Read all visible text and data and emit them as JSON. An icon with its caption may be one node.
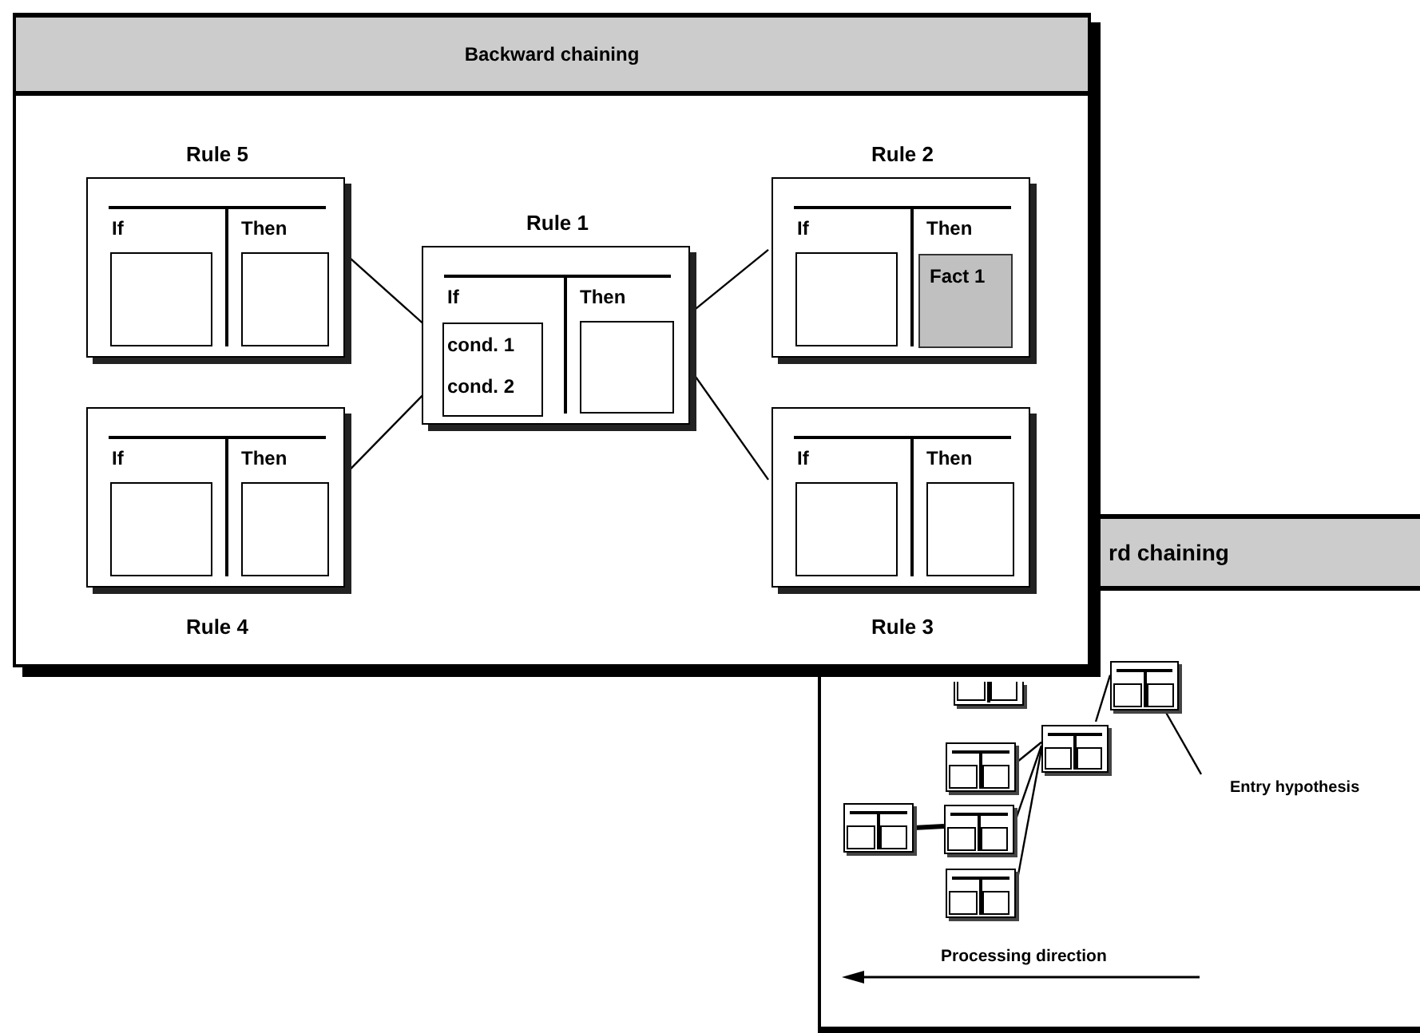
{
  "diagram": {
    "nodes": [
      {
        "text": [
          "Backward chaining"
        ]
      },
      {
        "text": [
          "Rule 5",
          "If",
          "Then"
        ],
        "in": 0
      },
      {
        "text": [
          "Rule 1",
          "If",
          "Then"
        ],
        "in": 0
      },
      {
        "text": [
          "cond. 1",
          "cond. 2"
        ],
        "in": 2
      },
      {
        "text": [
          "Rule 2",
          "If",
          "Then"
        ],
        "in": 0
      },
      {
        "text": [
          "Fact 1"
        ],
        "in": 4
      },
      {
        "text": [
          "Rule 4",
          "If",
          "Then"
        ],
        "in": 0
      },
      {
        "text": [
          "Rule 3",
          "If",
          "Then"
        ],
        "in": 0
      },
      {
        "text": [
          "rd chaining"
        ]
      },
      {
        "text": [],
        "shape": "box",
        "in": 8
      },
      {
        "text": [],
        "shape": "box",
        "in": 8
      },
      {
        "text": [],
        "shape": "box",
        "in": 8
      },
      {
        "text": [],
        "shape": "box",
        "in": 8
      },
      {
        "text": [],
        "shape": "box"
      },
      {
        "text": [],
        "shape": "box",
        "in": 8
      },
      {
        "text": [],
        "shape": "box",
        "in": 8
      },
      {
        "text": [
          "Entry hypothesis"
        ],
        "in": 8
      }
    ],
    "edges": [
      {
        "from": 1,
        "to": 3,
        "arrow": "none"
      },
      {
        "from": 6,
        "to": 3,
        "arrow": "none"
      },
      {
        "from": 2,
        "to": 4,
        "arrow": "none"
      },
      {
        "from": 2,
        "to": 7,
        "arrow": "none"
      },
      {
        "from": 9,
        "to": 11,
        "arrow": "none"
      },
      {
        "from": 11,
        "to": 12,
        "arrow": "none"
      },
      {
        "from": 11,
        "to": 14,
        "arrow": "none"
      },
      {
        "from": 11,
        "to": 15,
        "arrow": "none"
      },
      {
        "from": 14,
        "to": 13,
        "arrow": "none",
        "style": "thick"
      },
      {
        "from": 16,
        "to": 9,
        "arrow": "none"
      }
    ],
    "labels": [
      "Processing direction"
    ]
  }
}
